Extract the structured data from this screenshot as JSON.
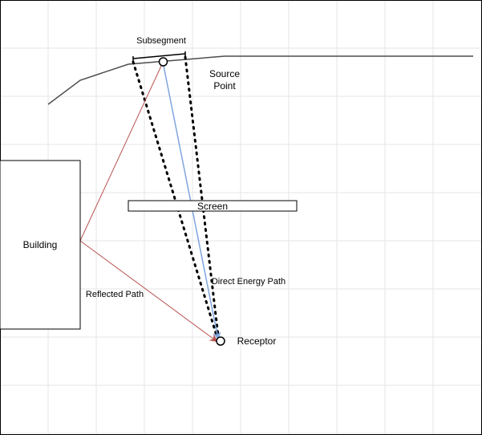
{
  "labels": {
    "subsegment": "Subsegment",
    "source_point_line1": "Source",
    "source_point_line2": "Point",
    "screen": "Screen",
    "building": "Building",
    "direct_energy_path": "Direct Energy Path",
    "reflected_path": "Reflected Path",
    "receptor": "Receptor"
  },
  "colors": {
    "grid": "#e6e6e6",
    "outline": "#000000",
    "road": "#4d4d4d",
    "direct_path": "#7ea6e0",
    "reflected_path": "#b85450",
    "background": "#ffffff"
  }
}
